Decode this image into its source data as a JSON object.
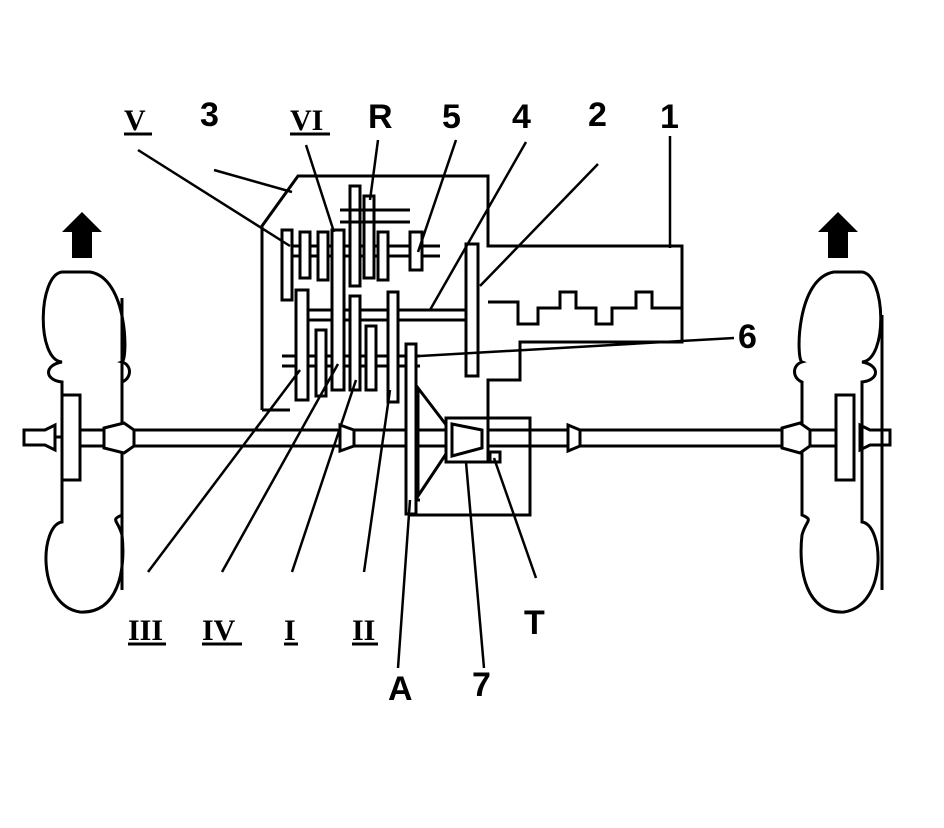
{
  "callouts": {
    "n1": "1",
    "n2": "2",
    "n3": "3",
    "n4": "4",
    "n5": "5",
    "n6": "6",
    "n7": "7",
    "R": "R",
    "A": "A",
    "T": "T",
    "gear_I": "I",
    "gear_II": "II",
    "gear_III": "III",
    "gear_IV": "IV",
    "gear_V": "V",
    "gear_VI": "VI"
  },
  "icons": {
    "direction_arrow": "up-arrow-icon"
  }
}
